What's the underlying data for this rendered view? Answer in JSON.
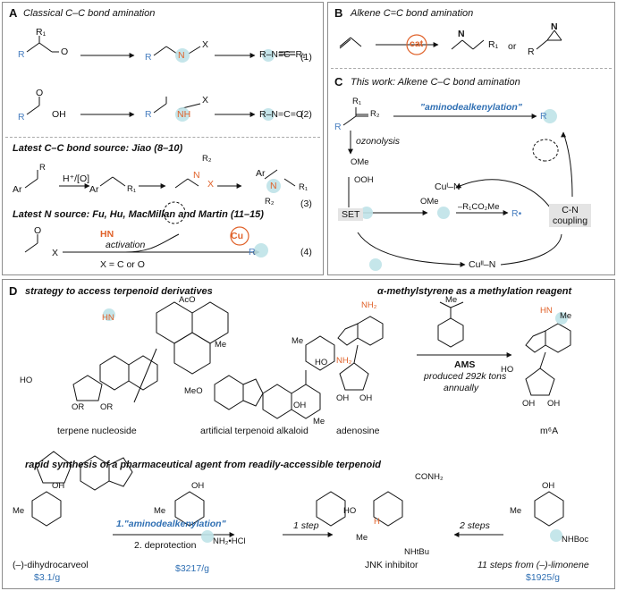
{
  "panelA": {
    "letter": "A",
    "title": "Classical C–C bond amination",
    "eq1": "(1)",
    "eq2": "(2)",
    "eq3": "(3)",
    "eq4": "(4)",
    "carbonyl_O": "O",
    "acid_OH": "OH",
    "isocyanate": "R–N=C=O",
    "isocyanide": "R–N≡C–R₁",
    "jiao_title": "Latest C–C bond source: Jiao (8–10)",
    "jiao_reagent": "H⁺/[O]",
    "n_title": "Latest N source: Fu, Hu, MacMillan and Martin (11–15)",
    "activation": "activation",
    "xco": "X = C or O",
    "cu": "Cu",
    "hn": "HN",
    "X": "X",
    "Ar": "Ar",
    "R": "R",
    "R1": "R₁",
    "R2": "R₂"
  },
  "panelB": {
    "letter": "B",
    "title": "Alkene C=C bond amination",
    "cat": "cat",
    "or": "or",
    "N": "N"
  },
  "panelC": {
    "letter": "C",
    "title": "This work: Alkene C–C bond amination",
    "arrow_label": "\"aminodealkenylation\"",
    "ozonolysis": "ozonolysis",
    "ome": "OMe",
    "ooh": "OOH",
    "cu1": "Cuᴵ–N",
    "cu2": "Cuᴵᴵ–N",
    "set": "SET",
    "loss": "–R₁CO₂Me",
    "radical": "R•",
    "cn1": "C-N",
    "cn2": "coupling"
  },
  "panelD": {
    "letter": "D",
    "title_left": "strategy to access terpenoid derivatives",
    "title_right": "α-methylstyrene as a methylation reagent",
    "label_terpene": "terpene nucleoside",
    "label_alkaloid": "artificial terpenoid alkaloid",
    "label_adenosine": "adenosine",
    "label_m6a": "m⁶A",
    "ams": "AMS",
    "ams_note1": "produced 292k tons",
    "ams_note2": "annually",
    "aco": "AcO",
    "nh": "HN",
    "nh2": "NH₂",
    "me": "Me",
    "meo": "MeO",
    "ho": "HO",
    "oh": "OH",
    "or": "OR",
    "h": "H",
    "synth_title": "rapid synthesis of a pharmaceutical agent from readily-accessible terpenoid",
    "step1": "1.\"aminodealkenylation\"",
    "step2": "2. deprotection",
    "one_step": "1 step",
    "two_steps": "2 steps",
    "dihydrocarveol": "(–)-dihydrocarveol",
    "price1": "$3.1/g",
    "price2": "$3217/g",
    "amine_salt": "NH₂•HCl",
    "jnk": "JNK inhibitor",
    "conh2": "CONH₂",
    "nhtbu": "NHtBu",
    "nhboc": "NHBoc",
    "limonene": "11 steps from (–)-limonene",
    "price3": "$1925/g"
  },
  "colors": {
    "blue": "#4a7fc0",
    "orange": "#e0622a",
    "teal_highlight": "#bfe3e8",
    "price_blue": "#2f6fb3",
    "panel_border": "#8c8c8c"
  }
}
